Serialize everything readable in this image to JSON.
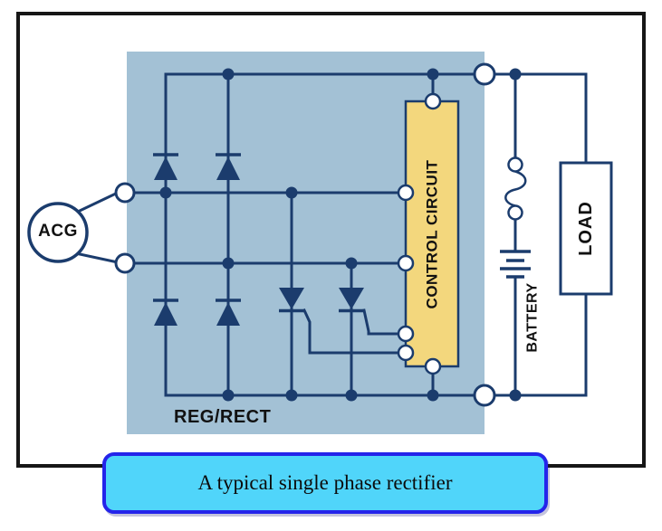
{
  "diagram": {
    "labels": {
      "generator": "ACG",
      "regulator": "REG/RECT",
      "control": "CONTROL CIRCUIT",
      "battery": "BATTERY",
      "load": "LOAD"
    },
    "caption": "A typical single phase rectifier",
    "colors": {
      "wire": "#1b3c6d",
      "region": "#a3c1d5",
      "control-fill": "#f3d77d",
      "caption-fill": "#50d5fa",
      "caption-border": "#2424ea",
      "frame": "#161616",
      "text": "#111111"
    }
  }
}
